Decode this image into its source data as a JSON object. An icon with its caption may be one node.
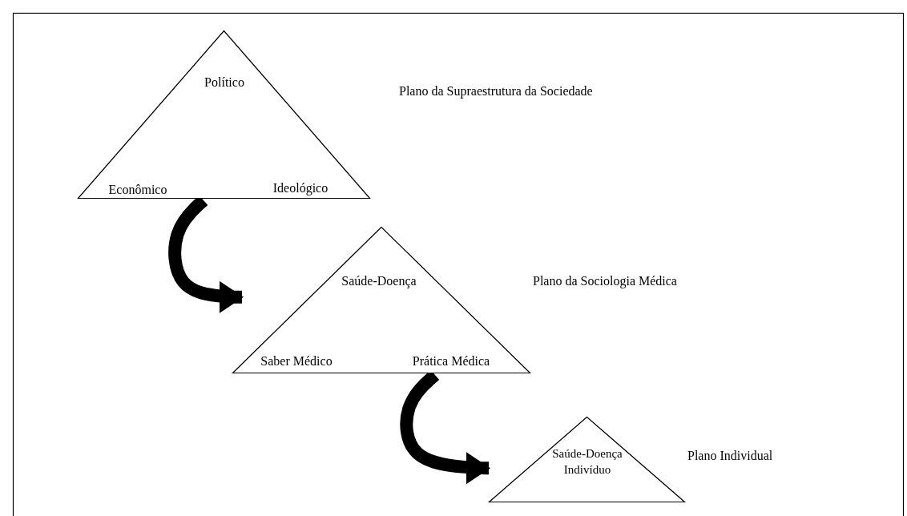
{
  "diagram": {
    "nodes": [
      {
        "text": [
          "Político",
          "Econômico",
          "Ideológico"
        ],
        "beside": [
          "Plano da Supraestrutura da Sociedade"
        ]
      },
      {
        "text": [
          "Saúde-Doença",
          "Saber Médico",
          "Prática Médica"
        ],
        "beside": [
          "Plano da Sociologia Médica"
        ]
      },
      {
        "text": [
          "Saúde-Doença Indivíduo"
        ],
        "beside": [
          "Plano Individual"
        ]
      }
    ],
    "edges": [
      {
        "from": 0,
        "to": 1,
        "arrow": "to"
      },
      {
        "from": 1,
        "to": 2,
        "arrow": "to"
      }
    ]
  }
}
